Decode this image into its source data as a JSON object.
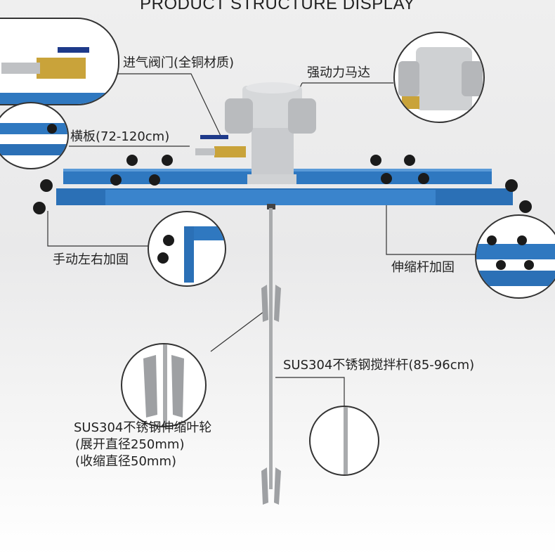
{
  "title": "PRODUCT STRUCTURE DISPLAY",
  "labels": {
    "valve": "进气阀门(全铜材质)",
    "motor": "强动力马达",
    "crossbar": "横板(72-120cm)",
    "manual_fix": "手动左右加固",
    "rod_fix": "伸缩杆加固",
    "shaft": "SUS304不锈钢搅拌杆(85-96cm)",
    "impeller_line1": "SUS304不锈钢伸缩叶轮",
    "impeller_line2": "(展开直径250mm)",
    "impeller_line3": "(收缩直径50mm)"
  },
  "colors": {
    "bar": "#2f78c0",
    "motor": "#c9cbce",
    "brass": "#c9a33a",
    "knob": "#1b1b1b"
  }
}
